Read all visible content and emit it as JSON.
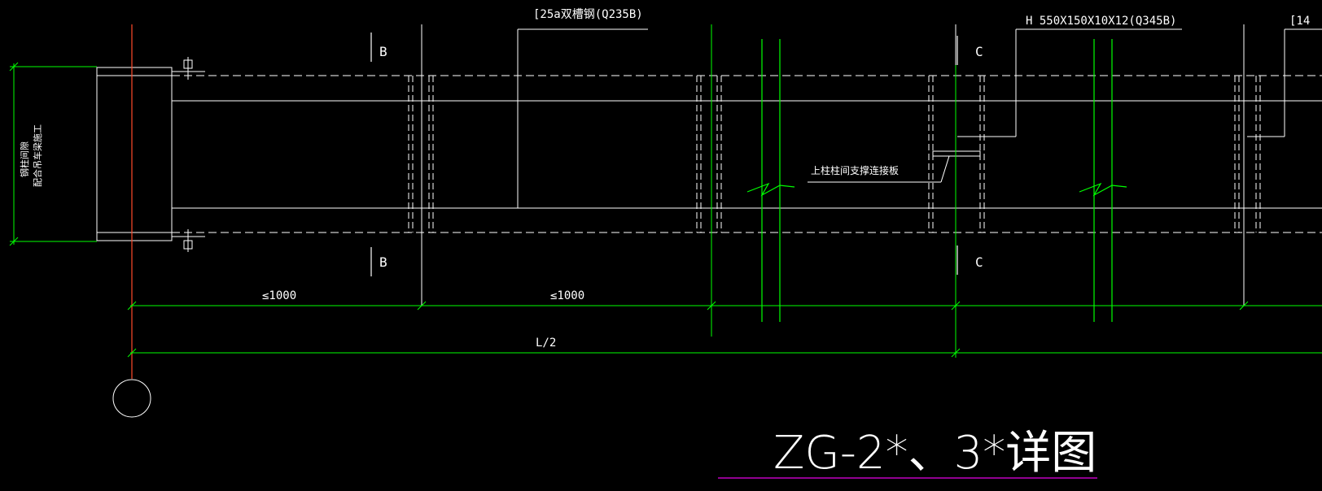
{
  "colors": {
    "background": "#000000",
    "line": "#ffffff",
    "dimension": "#00ff00",
    "axis": "#ff4a2a",
    "title_underline": "#c000c0"
  },
  "labels": {
    "channel_spec": "[25a双槽钢(Q235B)",
    "h_beam_spec": "H 550X150X10X12(Q345B)",
    "right_cut_spec": "[14",
    "brace_plate": "上柱柱间支撑连接板",
    "vertical_note_1": "钢柱间隙",
    "vertical_note_2": "配合吊车梁施工",
    "section_b_top": "B",
    "section_b_bottom": "B",
    "section_c_top": "C",
    "section_c_bottom": "C",
    "dim_1": "≤1000",
    "dim_2": "≤1000",
    "dim_half_span": "L/2",
    "drawing_title": "ZG-2*、3*详图"
  }
}
